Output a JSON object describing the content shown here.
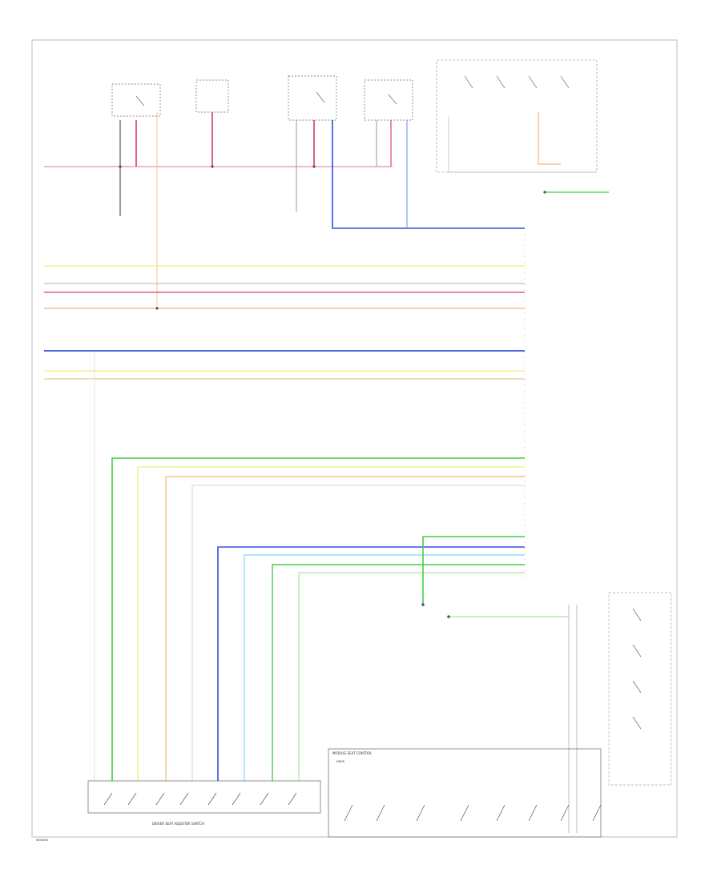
{
  "colors": {
    "pink": "#f0a0b8",
    "red": "#e06080",
    "orange": "#f5c090",
    "yellow": "#f0f090",
    "gray": "#c8c8c8",
    "dark_gray": "#999999",
    "blue": "#3050e0",
    "light_blue": "#6a88f0",
    "green": "#40d040",
    "light_green": "#a8e8a0",
    "cyan": "#90ddf0",
    "frame": "#bbbbbb"
  },
  "boxes": {
    "bottom_left_label": "DRIVER SEAT ADJUSTER SWITCH",
    "bottom_right_label": "MODULE SEAT CONTROL",
    "bottom_right_sub": "DRVR"
  },
  "page_footer": "W00000"
}
